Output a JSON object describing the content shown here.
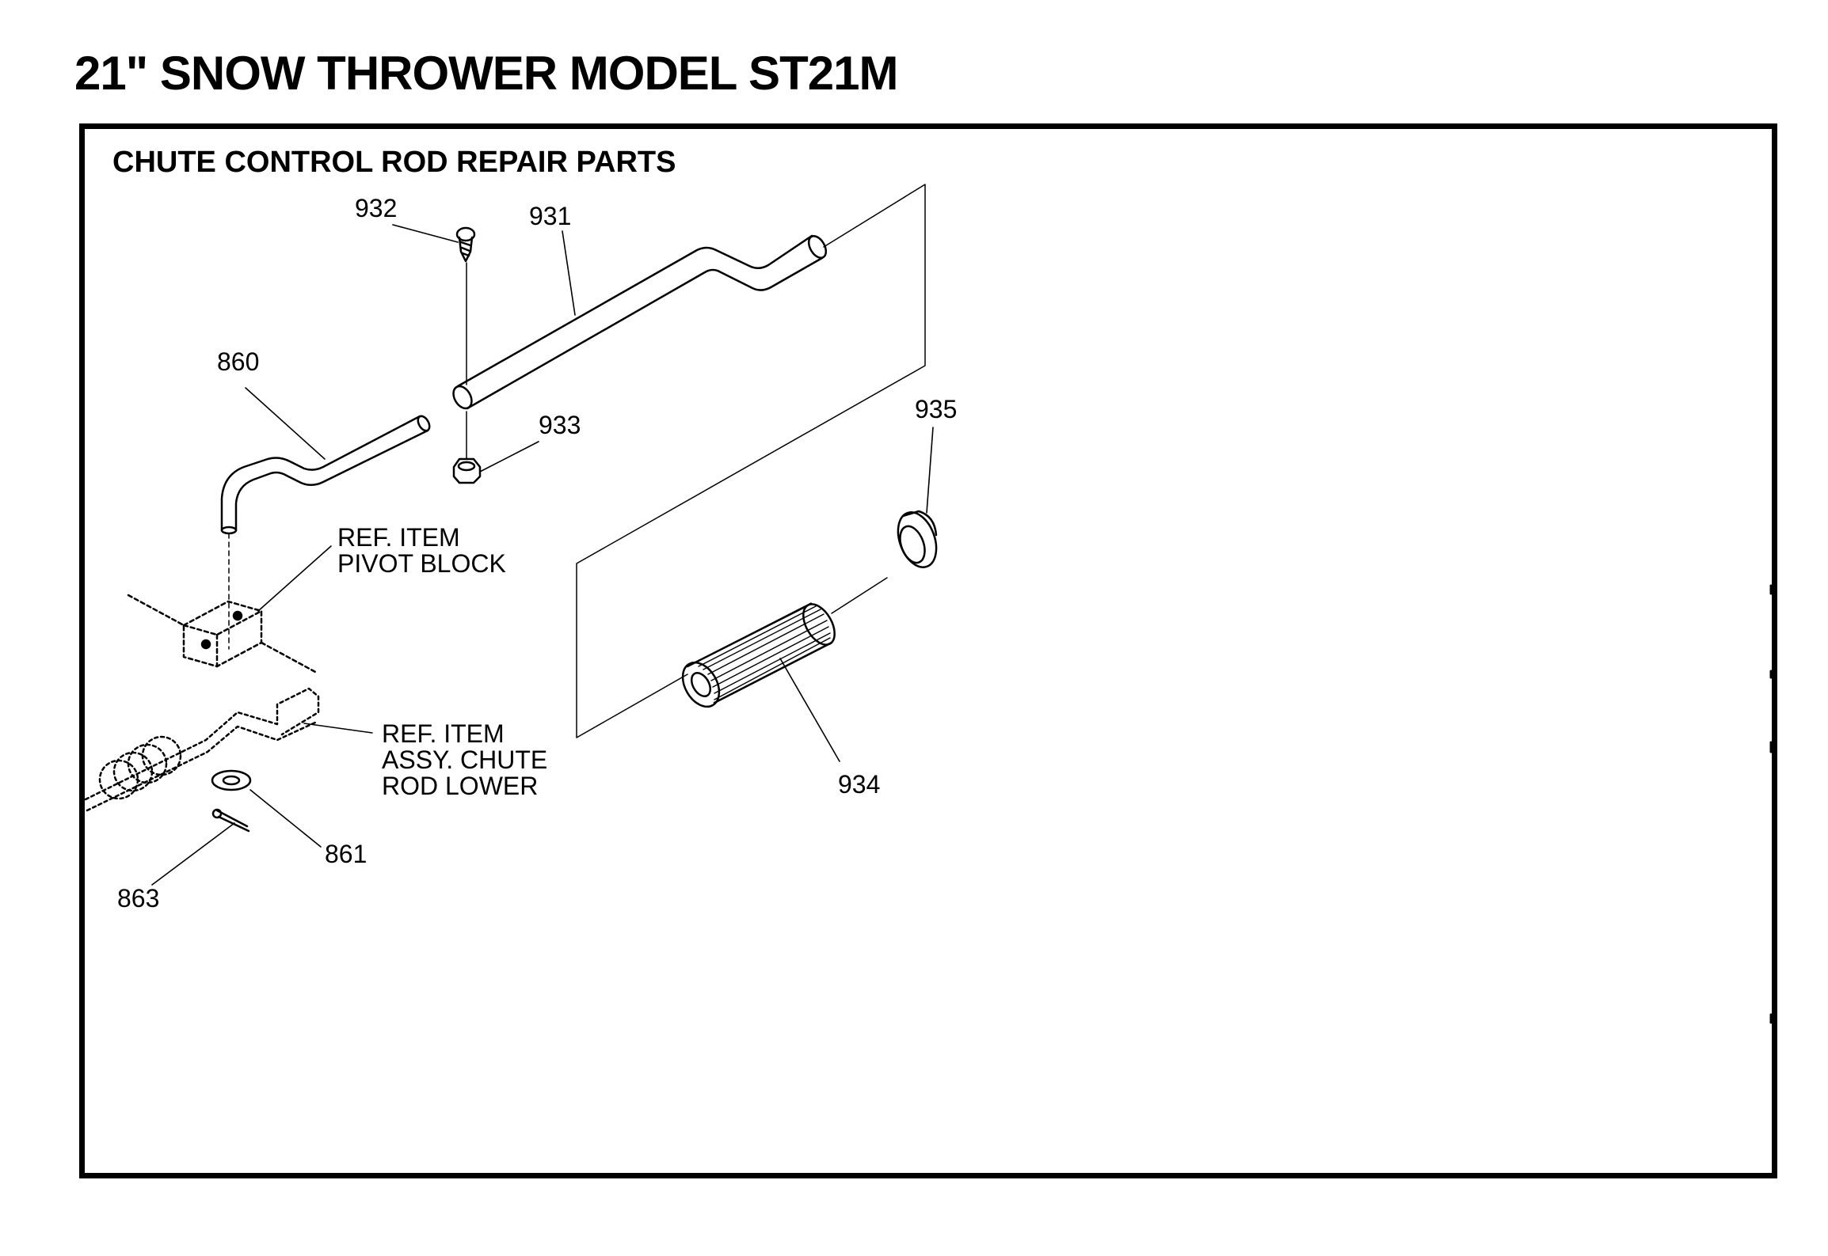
{
  "page_title": "21\" SNOW THROWER MODEL ST21M",
  "section_title": "CHUTE CONTROL ROD REPAIR PARTS",
  "callouts": {
    "p932": "932",
    "p931": "931",
    "p860": "860",
    "p933": "933",
    "p935": "935",
    "p934": "934",
    "p861": "861",
    "p863": "863"
  },
  "ref_pivot_block": [
    "REF. ITEM",
    "PIVOT BLOCK"
  ],
  "ref_chute_rod": [
    "REF. ITEM",
    "ASSY. CHUTE",
    "ROD LOWER"
  ]
}
